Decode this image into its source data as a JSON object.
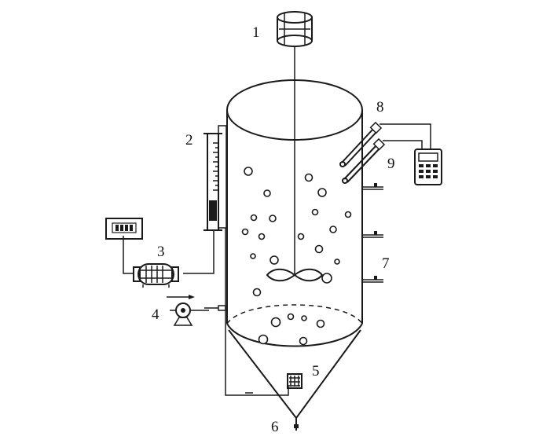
{
  "diagram": {
    "labels": {
      "l1": "1",
      "l2": "2",
      "l3": "3",
      "l4": "4",
      "l5": "5",
      "l6": "6",
      "l7": "7",
      "l8": "8",
      "l9": "9"
    }
  },
  "colors": {
    "line": "#1a1a1a",
    "background": "#ffffff"
  }
}
